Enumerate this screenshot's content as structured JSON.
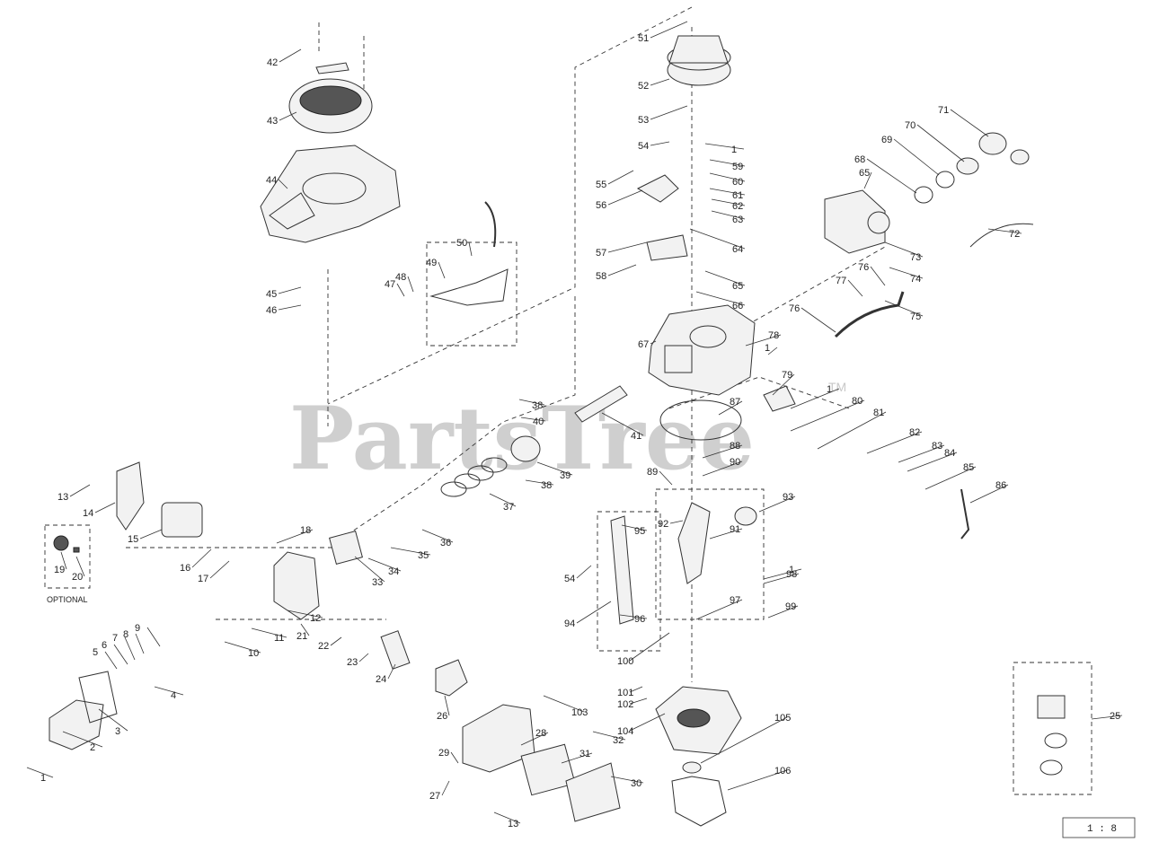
{
  "watermark": {
    "text": "PartsTree",
    "tm": "TM"
  },
  "optional_label": "OPTIONAL",
  "scale_label": "1 : 8",
  "callouts": [
    "1",
    "2",
    "3",
    "4",
    "5",
    "6",
    "7",
    "8",
    "9",
    "10",
    "11",
    "12",
    "13",
    "14",
    "15",
    "16",
    "17",
    "18",
    "19",
    "20",
    "21",
    "22",
    "23",
    "24",
    "25",
    "26",
    "27",
    "28",
    "29",
    "30",
    "31",
    "32",
    "33",
    "34",
    "35",
    "36",
    "37",
    "38",
    "39",
    "40",
    "41",
    "42",
    "43",
    "44",
    "45",
    "46",
    "47",
    "48",
    "49",
    "50",
    "51",
    "52",
    "53",
    "54",
    "55",
    "56",
    "57",
    "58",
    "59",
    "60",
    "61",
    "62",
    "63",
    "64",
    "65",
    "66",
    "67",
    "68",
    "69",
    "70",
    "71",
    "72",
    "73",
    "74",
    "75",
    "76",
    "77",
    "78",
    "79",
    "80",
    "81",
    "82",
    "83",
    "84",
    "85",
    "86",
    "87",
    "88",
    "89",
    "90",
    "91",
    "92",
    "93",
    "94",
    "95",
    "96",
    "97",
    "98",
    "99",
    "100",
    "101",
    "102",
    "103",
    "104",
    "105",
    "106"
  ]
}
